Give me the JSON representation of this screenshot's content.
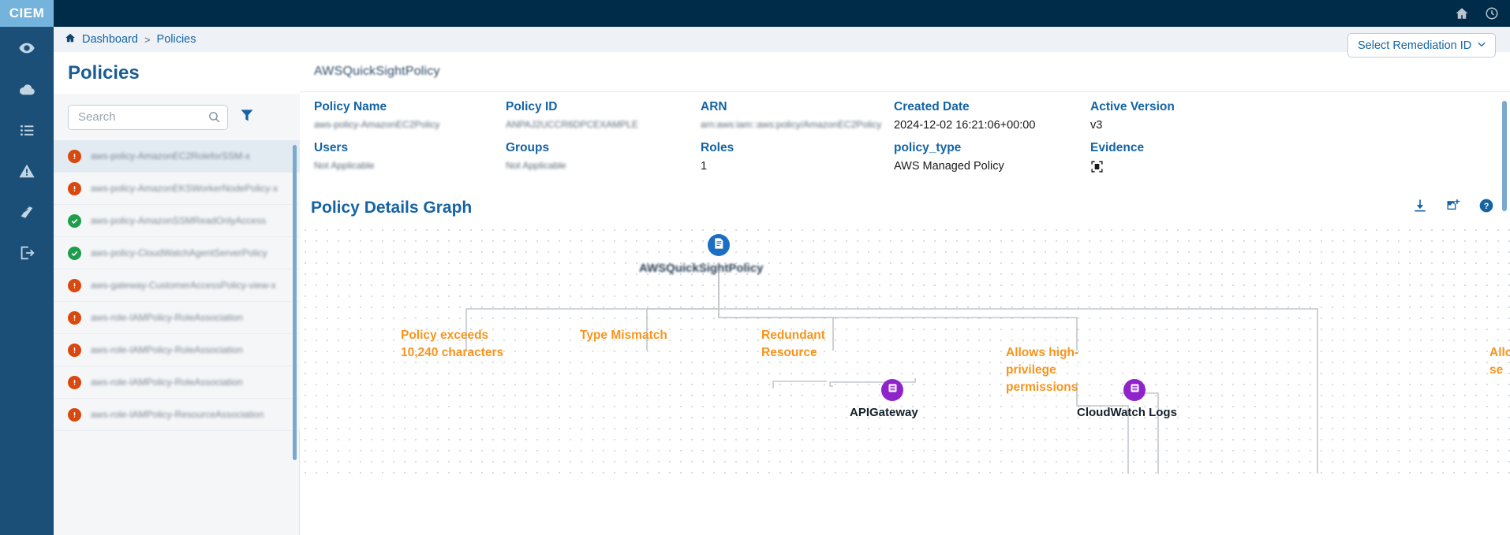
{
  "app": {
    "brand": "CIEM",
    "topbar_icons": [
      {
        "name": "home-icon",
        "label": "Home"
      },
      {
        "name": "history-icon",
        "label": "History"
      }
    ],
    "accent_blue": "#1464a5",
    "rail_blue": "#1b4f78",
    "topbar_navy": "#002b49",
    "brand_blue": "#74b3dc",
    "warning_orange": "#f7941d",
    "node_purple": "#8e24c9",
    "error_red": "#d9480f",
    "ok_green": "#1e9e4a"
  },
  "rail": {
    "items": [
      {
        "name": "sidebar-item-visibility",
        "icon": "eye-icon"
      },
      {
        "name": "sidebar-item-cloud",
        "icon": "cloud-icon"
      },
      {
        "name": "sidebar-item-inventory",
        "icon": "list-icon"
      },
      {
        "name": "sidebar-item-alerts",
        "icon": "warning-triangle-icon"
      },
      {
        "name": "sidebar-item-reports",
        "icon": "book-icon"
      },
      {
        "name": "sidebar-item-logout",
        "icon": "logout-icon"
      }
    ]
  },
  "breadcrumb": {
    "home_icon": "home-icon",
    "items": [
      "Dashboard",
      "Policies"
    ],
    "separator": ">"
  },
  "policies_panel": {
    "title": "Policies",
    "search": {
      "placeholder": "Search",
      "value": "",
      "icon": "search-icon"
    },
    "filter_icon": "filter-icon",
    "rows": [
      {
        "status": "err",
        "text": "aws-policy-AmazonEC2RoleforSSM-x",
        "selected": true
      },
      {
        "status": "err",
        "text": "aws-policy-AmazonEKSWorkerNodePolicy-x",
        "selected": false
      },
      {
        "status": "ok",
        "text": "aws-policy-AmazonSSMReadOnlyAccess",
        "selected": false
      },
      {
        "status": "ok",
        "text": "aws-policy-CloudWatchAgentServerPolicy",
        "selected": false
      },
      {
        "status": "err",
        "text": "aws-gateway-CustomerAccessPolicy-view-x",
        "selected": false
      },
      {
        "status": "err",
        "text": "aws-role-IAMPolicy-RoleAssociation",
        "selected": false
      },
      {
        "status": "err",
        "text": "aws-role-IAMPolicy-RoleAssociation",
        "selected": false
      },
      {
        "status": "err",
        "text": "aws-role-IAMPolicy-RoleAssociation",
        "selected": false
      },
      {
        "status": "err",
        "text": "aws-role-IAMPolicy-ResourceAssociation",
        "selected": false
      }
    ]
  },
  "detail": {
    "document_title": "AWSQuickSightPolicy",
    "remediation_select": {
      "label": "Select Remediation ID",
      "chevron": "chevron-down-icon"
    },
    "fields_row1": [
      {
        "key": "Policy Name",
        "value": "aws-policy-AmazonEC2Policy",
        "blurred": true
      },
      {
        "key": "Policy ID",
        "value": "ANPAJ2UCCR6DPCEXAMPLE",
        "blurred": true
      },
      {
        "key": "ARN",
        "value": "arn:aws:iam::aws:policy/AmazonEC2Policy",
        "blurred": true
      },
      {
        "key": "Created Date",
        "value": "2024-12-02 16:21:06+00:00",
        "blurred": false
      },
      {
        "key": "Active Version",
        "value": "v3",
        "blurred": false
      }
    ],
    "fields_row2": [
      {
        "key": "Users",
        "value": "Not Applicable",
        "blurred": true
      },
      {
        "key": "Groups",
        "value": "Not Applicable",
        "blurred": true
      },
      {
        "key": "Roles",
        "value": "1",
        "blurred": false
      },
      {
        "key": "policy_type",
        "value": "AWS Managed Policy",
        "blurred": false
      },
      {
        "key": "Evidence",
        "value": "",
        "blurred": false,
        "icon": "evidence-scan-icon"
      }
    ]
  },
  "graph": {
    "title": "Policy Details Graph",
    "tools": [
      {
        "name": "download-icon",
        "label": "Download"
      },
      {
        "name": "add-image-icon",
        "label": "Add image"
      },
      {
        "name": "help-icon",
        "label": "Help"
      }
    ],
    "root_node": {
      "label": "AWSQuickSightPolicy",
      "icon": "policy-document-icon",
      "blurred": true
    },
    "findings": [
      "Policy exceeds\n10,240 characters",
      "Type Mismatch",
      "Redundant\nResource",
      "Allows high-\nprivilege\npermissions",
      "Allows\nse"
    ],
    "service_nodes": [
      {
        "label": "APIGateway",
        "icon": "service-list-icon"
      },
      {
        "label": "CloudWatch Logs",
        "icon": "service-list-icon"
      }
    ]
  }
}
